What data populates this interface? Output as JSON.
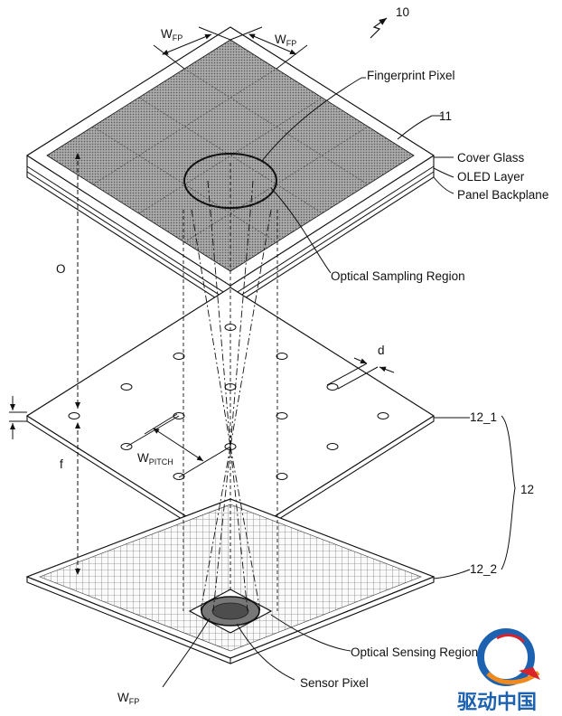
{
  "figure_number": "10",
  "labels": {
    "display_panel_ref": "11",
    "cover_glass": "Cover Glass",
    "oled_layer": "OLED Layer",
    "panel_backplane": "Panel Backplane",
    "fingerprint_pixel": "Fingerprint Pixel",
    "optical_sampling_region": "Optical Sampling Region",
    "distance_o": "O",
    "hole_diameter": "d",
    "w_pitch_main": "W",
    "w_pitch_sub": "PITCH",
    "focal_f": "f",
    "layer_12_1": "12_1",
    "layer_12_2": "12_2",
    "layer_group": "12",
    "optical_sensing_region": "Optical Sensing Region",
    "sensor_pixel": "Sensor Pixel",
    "w_fp_main": "W",
    "w_fp_sub": "FP"
  },
  "watermark": {
    "text": "驱动中国"
  },
  "colors": {
    "line": "#111111",
    "panel_fill": "#8f8f8f",
    "watermark_blue": "#1d62b0",
    "watermark_orange": "#f08a1c",
    "watermark_red": "#d8232a"
  }
}
